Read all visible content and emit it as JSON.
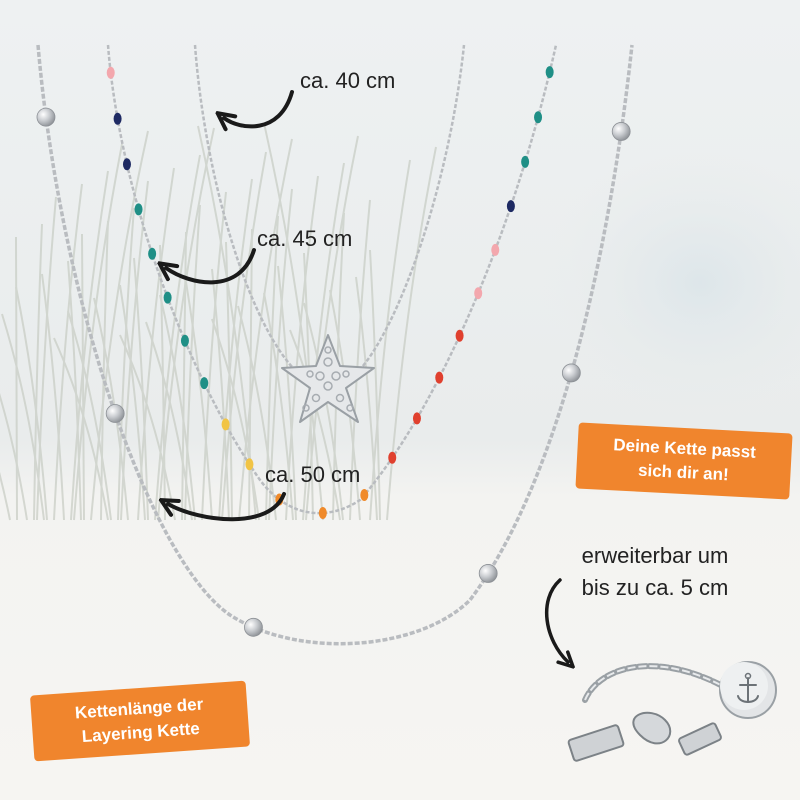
{
  "labels": {
    "length_40": "ca. 40 cm",
    "length_45": "ca. 45 cm",
    "length_50": "ca. 50 cm",
    "extension_line1": "erweiterbar um",
    "extension_line2": "bis zu ca. 5 cm"
  },
  "badges": {
    "adapt_line1": "Deine Kette passt",
    "adapt_line2": "sich dir an!",
    "title_line1": "Kettenlänge der",
    "title_line2": "Layering Kette"
  },
  "colors": {
    "badge_orange": "#f0852d",
    "text": "#222222",
    "chain_silver": "#b9bcc0",
    "bead_navy": "#1e2a63",
    "bead_teal": "#1f8f86",
    "bead_pink": "#f3a7ad",
    "bead_red": "#e0402e",
    "bead_orange": "#f08a2a",
    "bead_yellow": "#f1c445"
  },
  "icons": [
    "curved-arrow-icon",
    "starfish-pendant",
    "anchor-charm-icon"
  ]
}
